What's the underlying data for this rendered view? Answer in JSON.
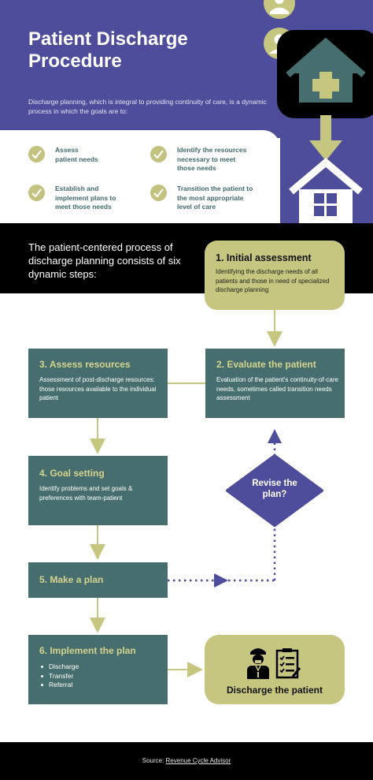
{
  "header": {
    "title_line1": "Patient Discharge",
    "title_line2": "Procedure",
    "intro": "Discharge planning, which is integral to providing continuity of care, is a dynamic process in which the goals are to:"
  },
  "goals": [
    {
      "line1": "Assess",
      "line2": "patient needs",
      "line3": ""
    },
    {
      "line1": "Identify the resources",
      "line2": "necessary to meet",
      "line3": "those needs"
    },
    {
      "line1": "Establish and",
      "line2": "implement plans to",
      "line3": "meet those needs"
    },
    {
      "line1": "Transition the patient to",
      "line2": "the most appropriate",
      "line3": "level of care"
    }
  ],
  "steps_intro": "The patient-centered process of discharge planning consists of six dynamic steps:",
  "steps": {
    "s1": {
      "title": "1. Initial assessment",
      "desc": "Identifying the discharge needs of all patients and those in need of specialized discharge planning"
    },
    "s2": {
      "title": "2. Evaluate the patient",
      "desc": "Evaluation of the patient's continuity-of-care needs, sometimes called transition needs assessment"
    },
    "s3": {
      "title": "3. Assess resources",
      "desc": "Assessment of post-discharge resources: those resources available to the individual patient"
    },
    "s4": {
      "title": "4. Goal setting",
      "desc": "Identify problems and set goals & preferences with team-patient"
    },
    "s5": {
      "title": "5. Make a plan"
    },
    "s6": {
      "title": "6. Implement the plan",
      "items": [
        "Discharge",
        "Transfer",
        "Referral"
      ]
    }
  },
  "decision": {
    "line1": "Revise the",
    "line2": "plan?"
  },
  "outcome": "Discharge the patient",
  "footer": {
    "prefix": "Source: ",
    "link": "Revenue Cycle Advisor"
  },
  "colors": {
    "purple": "#4e4d9b",
    "teal": "#476e6e",
    "olive": "#c6c680",
    "black": "#000000"
  },
  "icons": [
    "user-avatar-icon",
    "hospital-icon",
    "down-arrow-icon",
    "home-icon",
    "check-icon",
    "doctor-icon",
    "clipboard-checklist-icon"
  ]
}
